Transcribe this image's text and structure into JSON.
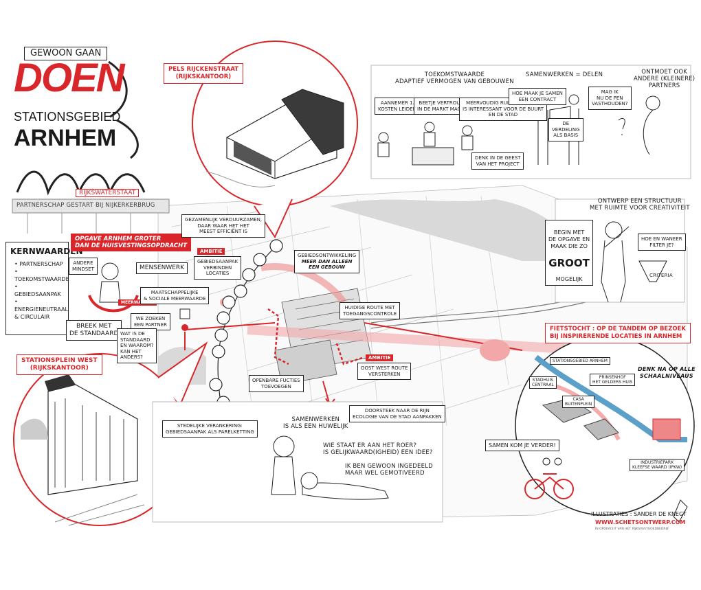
{
  "colors": {
    "accent": "#d8262a",
    "ink": "#1a1a1a",
    "sketch_gray": "#b9b9b9"
  },
  "title": {
    "line1": "GEWOON GAAN",
    "line2": "DOEN",
    "line3": "STATIONSGEBIED",
    "line4": "ARNHEM"
  },
  "banner": {
    "rijkswaterstaat": "RIJKSWATERSTAAT",
    "bridge": "PARTNERSCHAP GESTART BIJ NIJKERKERBRUG"
  },
  "pels": "PELS RIJCKENSTRAAT\n(RIJKSKANTOOR)",
  "top_panel": {
    "toekomst_title": "TOEKOMSTWAARDE\nADAPTIEF VERMOGEN VAN GEBOUWEN",
    "samenwerken_title": "SAMENWERKEN = DELEN",
    "ontmoet": "ONTMOET OOK\nANDERE (KLEINERE)\nPARTNERS",
    "aannemer": "AANNEMER 1.0\nKOSTEN LEIDEND",
    "vertrouwen": "BEETJE VERTROUWEN\nIN DE MARKT MAG WEL",
    "meervoudig": "MEERVOUDIG RUIMTEGEBRUIK\nIS INTERESSANT VOOR DE BUURT\nEN DE STAD",
    "contract": "HOE MAAK JE SAMEN\nEEN CONTRACT",
    "pen": "MAG IK\nNU DE PEN\nVASTHOUDEN?",
    "verdeling": "DE\nVERDELING\nALS BASIS",
    "geest": "DENK IN DE GEEST\nVAN HET PROJECT"
  },
  "kernwaarden": {
    "title": "KERNWAARDEN",
    "items": [
      "PARTNERSCHAP",
      "TOEKOMSTWAARDE",
      "GEBIEDSAANPAK",
      "ENERGIENEUTRAAL",
      "& CIRCULAIR"
    ]
  },
  "left_side": {
    "opgave": "OPGAVE ARNHEM GROTER\nDAN DE HUISVESTINGSOPDRACHT",
    "andere_mindset": "ANDERE\nMINDSET",
    "mensenwerk": "MENSENWERK",
    "meerwaarde": "MEERWAARDE",
    "breek": "BREEK MET\nDE STANDAARD",
    "stationsplein": "STATIONSPLEIN WEST\n(RIJKSKANTOOR)"
  },
  "map_labels": {
    "verduurzamen": "GEZAMENLIJK VERDUURZAMEN,\nDAAR WAAR HET HET\nMEEST EFFICIËNT IS",
    "ambitie": "AMBITIE",
    "gebiedsaanpak": "GEBIEDSAANPAK\nVERBINDEN\nLOCATIES",
    "gebiedsontwikkeling": "GEBIEDSONTWIKKELING",
    "meer_dan": "MEER DAN ALLEEN\nEEN GEBOUW",
    "maatschappelijke": "MAATSCHAPPELIJKE\n& SOCIALE MEERWAARDE",
    "partner": "WE ZOEKEN\nEEN PARTNER",
    "standaard": "WAT IS DE\nSTANDAARD\nEN WAAROM?\nKAN HET\nANDERS?",
    "huidige": "HUIDIGE ROUTE MET\nTOEGANGSCONTROLE",
    "oost_west": "OOST WEST ROUTE\nVERSTERKEN",
    "openbare": "OPENBARE FUCTIES\nTOEVOEGEN",
    "doorsteek": "DOORSTEEK NAAR DE RIJN\nECOLOGIE VAN DE STAD AANPAKKEN",
    "verankering": "STEDELIJKE VERANKERING:\nGEBIEDSAANPAK ALS PARELKETTING"
  },
  "right_panel": {
    "ontwerp": "ONTWERP EEN STRUCTUUR\nMET RUIMTE VOOR CREATIVITEIT",
    "begin": "BEGIN MET\nDE OPGAVE EN\nMAAK DIE ZO",
    "groot": "GROOT",
    "mogelijk": "MOGELIJK",
    "filter": "HOE EN WANEER\nFILTER JE?",
    "criteria": "CRITERIA"
  },
  "fietstocht": {
    "title": "FIETSTOCHT : OP DE TANDEM OP BEZOEK\nBIJ INSPIRERENDE LOCATIES IN ARNHEM",
    "station": "STATIONSGEBIED ARNHEM",
    "prinsenhof": "PRINSENHOF\nHET GELDERS HUIS",
    "stadhuis": "STADHUIS\nCENTRAAL",
    "casa": "CASA\nBUITENPLEIN",
    "schaal": "DENK NA OP ALLE\nSCHAALNIVEAUS",
    "industrie": "INDUSTRIEPARK\nKLEEFSE WAARD (IPKW)",
    "samen": "SAMEN KOM JE VERDER!"
  },
  "bottom": {
    "samenwerken": "SAMENWERKEN\nIS ALS EEN HUWELIJK",
    "roer": "WIE STAAT ER AAN HET ROER?\nIS GELIJKWAARD(IGHEID) EEN IDEE?",
    "ingedeeld": "IK BEN GEWOON INGEDEELD\nMAAR WEL GEMOTIVEERD"
  },
  "credits": {
    "illustraties": "ILLUSTRATIES : SANDER DE KNEGT",
    "url": "WWW.SCHETSONTWERP.COM",
    "small": "IN OPDRACHT VAN HET RIJKSVASTGOEDBEDRIJF"
  }
}
